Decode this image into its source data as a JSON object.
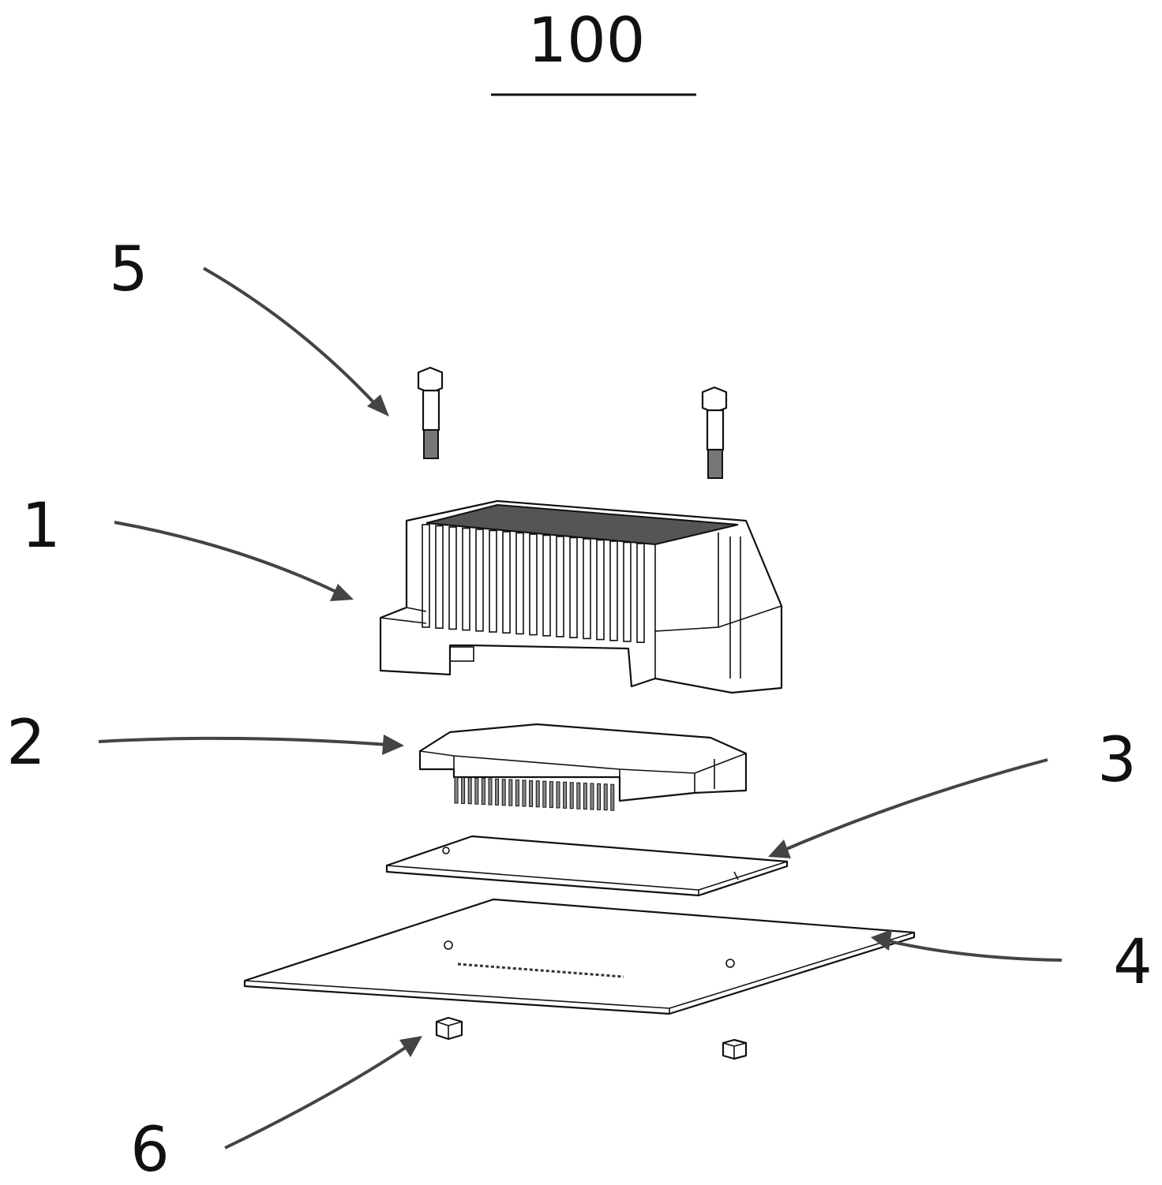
{
  "figure": {
    "title": "100",
    "labels": {
      "heat_sink": "1",
      "chip_module": "2",
      "pad": "3",
      "circuit_board": "4",
      "screws": "5",
      "nuts": "6"
    },
    "line_color": "#111111",
    "leader_color": "#444444"
  }
}
